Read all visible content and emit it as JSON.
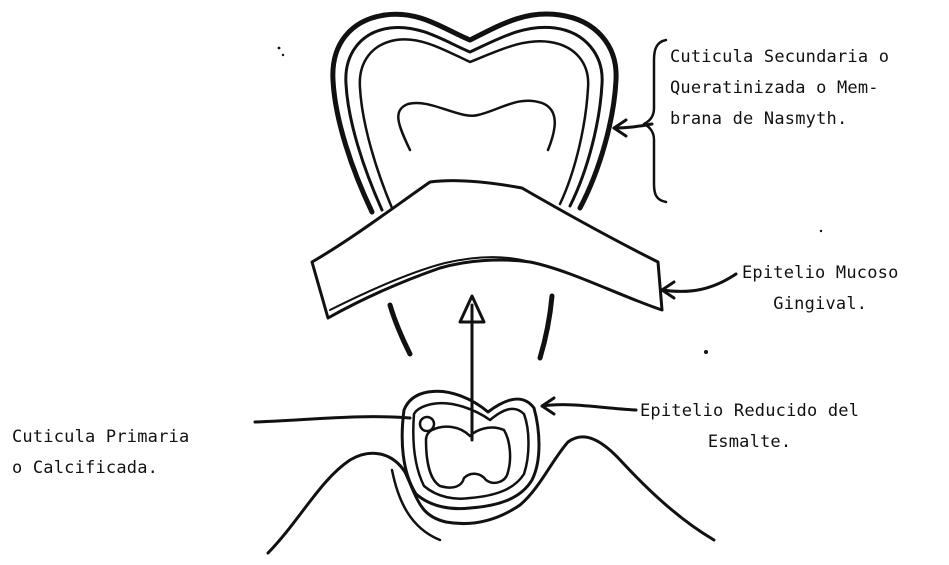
{
  "labels": {
    "secondary_cuticle": [
      "Cuticula Secundaria o",
      "Queratinizada o Mem-",
      "brana de Nasmyth."
    ],
    "gingival_epithelium": [
      "Epitelio Mucoso",
      "Gingival."
    ],
    "reduced_enamel_epithelium": [
      "Epitelio Reducido del",
      "Esmalte."
    ],
    "primary_cuticle": [
      "Cuticula Primaria",
      "o Calcificada."
    ]
  },
  "colors": {
    "ink": "#111111",
    "background": "#ffffff"
  }
}
